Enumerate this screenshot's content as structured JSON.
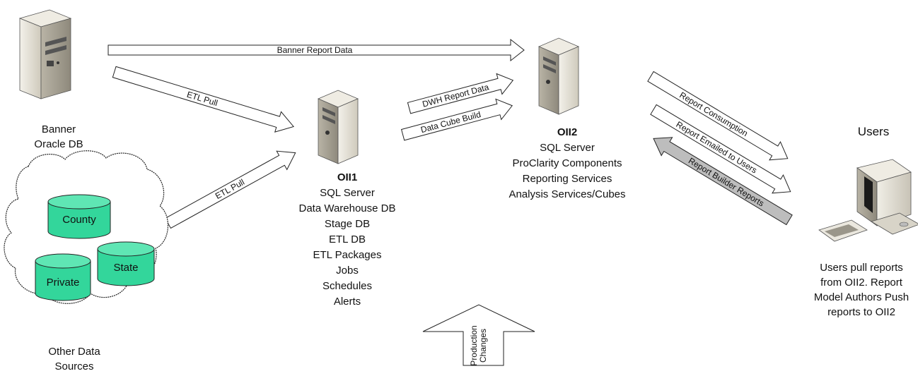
{
  "nodes": {
    "banner": {
      "lines": [
        "Banner",
        "Oracle DB"
      ]
    },
    "other_sources": {
      "lines": [
        "Other Data",
        "Sources"
      ],
      "dbs": [
        "County",
        "State",
        "Private"
      ]
    },
    "oii1": {
      "title": "OII1",
      "lines": [
        "SQL Server",
        "Data Warehouse DB",
        "Stage DB",
        "ETL DB",
        "ETL Packages",
        "Jobs",
        "Schedules",
        "Alerts"
      ]
    },
    "oii2": {
      "title": "OII2",
      "lines": [
        "SQL Server",
        "ProClarity Components",
        "Reporting Services",
        "Analysis Services/Cubes"
      ]
    },
    "users": {
      "title": "Users",
      "lines": [
        "Users pull reports",
        "from OII2. Report",
        "Model Authors Push",
        "reports to OII2"
      ]
    }
  },
  "arrows": {
    "banner_report_data": "Banner Report Data",
    "etl_pull_banner": "ETL Pull",
    "etl_pull_other": "ETL Pull",
    "dwh_report_data": "DWH Report Data",
    "data_cube_build": "Data Cube Build",
    "report_consumption": "Report Consumption",
    "report_emailed": "Report Emailed to Users",
    "report_builder": "Report Builder Reports",
    "production_changes": [
      "Production",
      "Changes"
    ]
  },
  "colors": {
    "db_fill": "#33d69b",
    "db_top": "#5fe6b4",
    "server_body": "#e4e0d4",
    "shadow_arrow": "#bdbdbd"
  }
}
